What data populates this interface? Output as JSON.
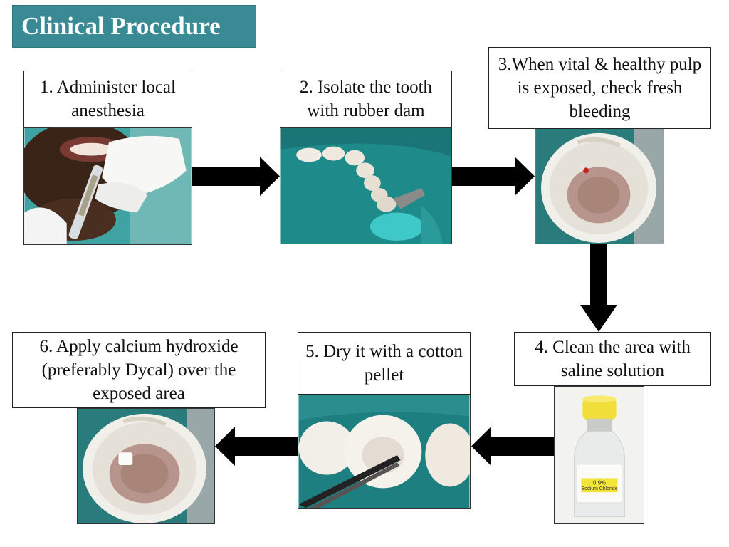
{
  "slide": {
    "title": "Clinical Procedure"
  },
  "steps": [
    {
      "label": "1. Administer local anesthesia",
      "image": "anesthesia-injection-photo"
    },
    {
      "label": "2. Isolate the tooth with rubber dam",
      "image": "rubber-dam-isolation-photo"
    },
    {
      "label": "3.When vital & healthy pulp is exposed, check fresh bleeding",
      "image": "exposed-pulp-bleeding-photo"
    },
    {
      "label": "4. Clean the area with saline solution",
      "image": "saline-vial-photo"
    },
    {
      "label": "5. Dry it with a cotton pellet",
      "image": "cotton-pellet-drying-photo"
    },
    {
      "label": "6. Apply calcium hydroxide (preferably Dycal) over the exposed area",
      "image": "calcium-hydroxide-applied-photo"
    }
  ],
  "vial_label": {
    "line1": "0.9%",
    "line2": "Sodium Chloride"
  },
  "colors": {
    "title_bg": "#3a8a96",
    "arrow": "#000000",
    "rubber_dam": "#1f8a8a"
  }
}
